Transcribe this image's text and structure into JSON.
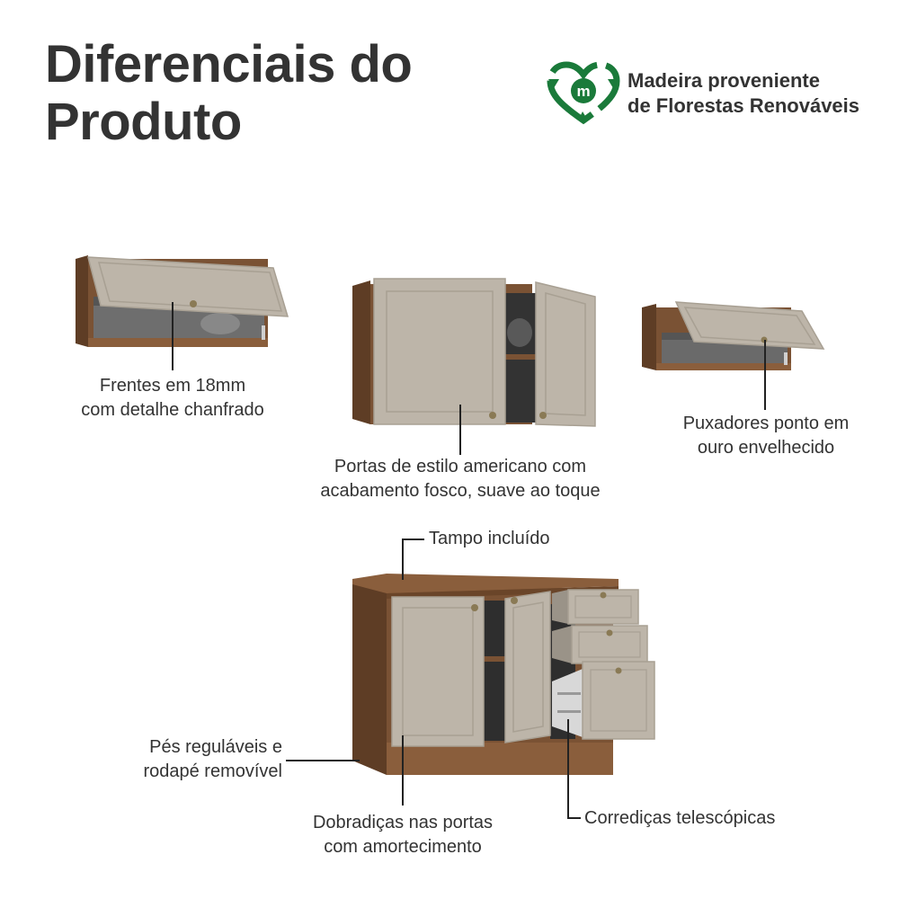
{
  "header": {
    "title_line1": "Diferenciais do",
    "title_line2": "Produto"
  },
  "badge": {
    "icon": "recycle-heart-icon",
    "line1": "Madeira proveniente",
    "line2": "de Florestas Renováveis",
    "color": "#1a7a3a"
  },
  "features": {
    "fronts": {
      "line1": "Frentes em 18mm",
      "line2": "com detalhe chanfrado"
    },
    "doors": {
      "line1": "Portas de estilo americano com",
      "line2": "acabamento fosco, suave ao toque"
    },
    "handles": {
      "line1": "Puxadores ponto em",
      "line2": "ouro envelhecido"
    },
    "top": {
      "line1": "Tampo incluído"
    },
    "feet": {
      "line1": "Pés reguláveis e",
      "line2": "rodapé removível"
    },
    "hinges": {
      "line1": "Dobradiças nas portas",
      "line2": "com amortecimento"
    },
    "slides": {
      "line1": "Corrediças telescópicas"
    }
  },
  "colors": {
    "wood": "#7a5234",
    "wood_dark": "#5e3d25",
    "front": "#bdb5a9",
    "front_dark": "#a8a093",
    "interior": "#3a3a3a"
  }
}
